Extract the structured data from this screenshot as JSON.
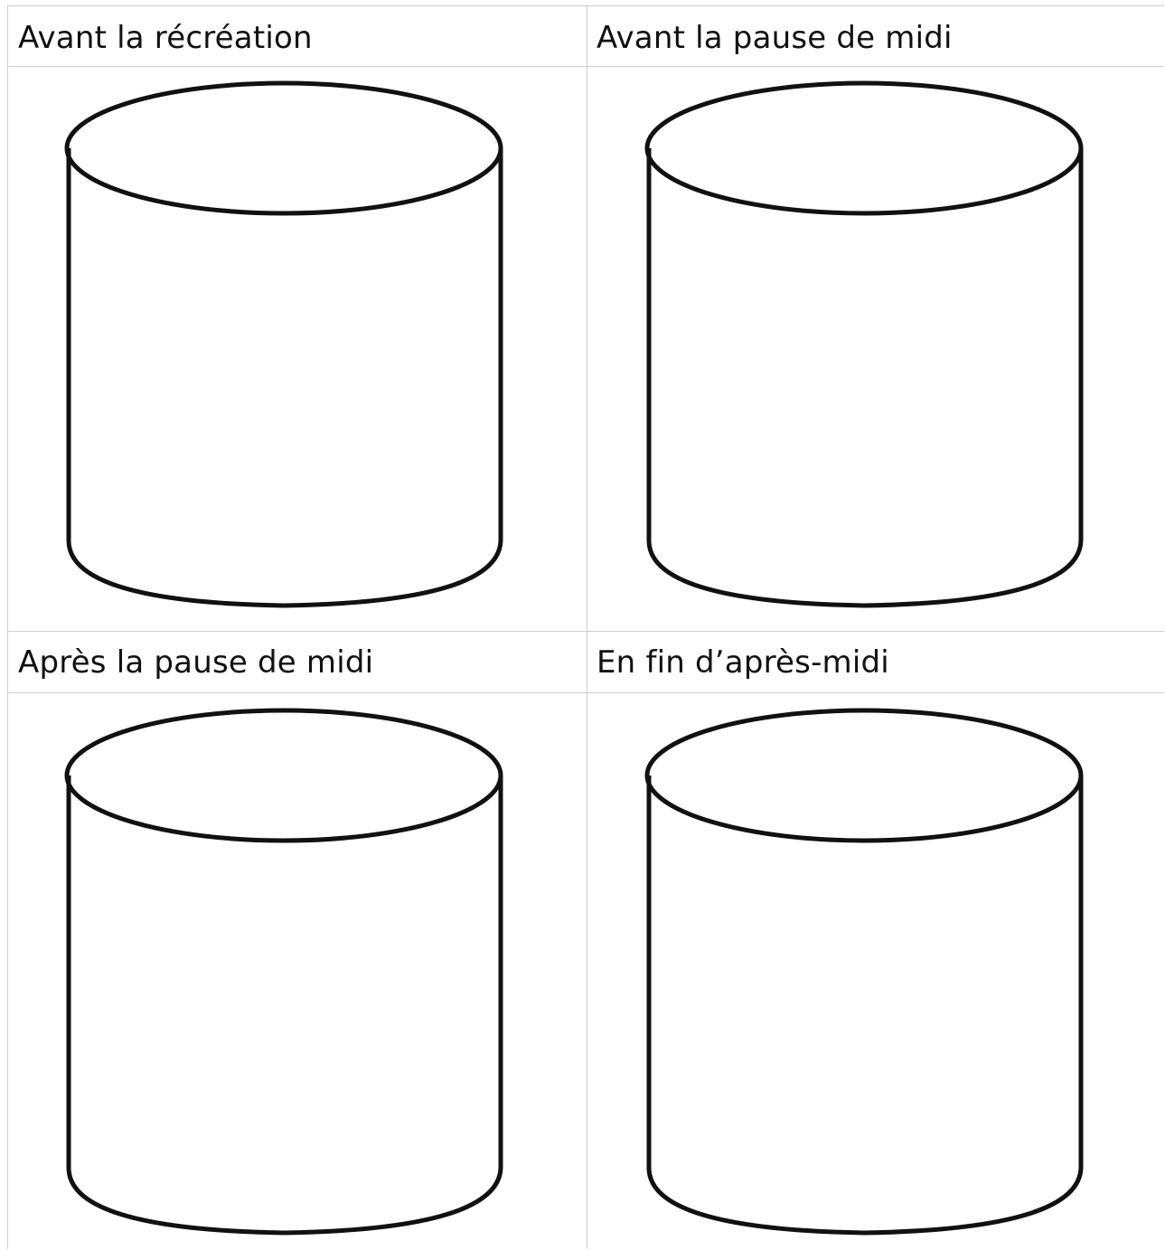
{
  "cells": [
    {
      "label": "Avant la récréation"
    },
    {
      "label": "Avant la pause de midi"
    },
    {
      "label": "Après la pause de midi"
    },
    {
      "label": "En fin d’après-midi"
    }
  ],
  "icons": {
    "container": "cylinder-icon"
  },
  "colors": {
    "grid_line": "#cfcfcf",
    "outline": "#111111",
    "text": "#111111"
  }
}
